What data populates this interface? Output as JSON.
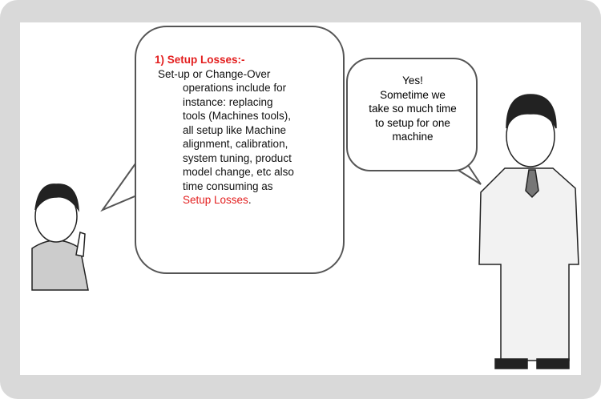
{
  "left_bubble": {
    "title": "1) Setup Losses:-",
    "first_line": "Set-up or Change-Over",
    "lines": [
      "operations include for",
      "instance: replacing",
      "tools (Machines tools),",
      "all setup like Machine",
      "alignment, calibration,",
      "system tuning, product",
      "model change, etc also",
      "time consuming as"
    ],
    "highlight": "Setup Losses",
    "end": "."
  },
  "right_bubble": {
    "lines": [
      "Yes!",
      "Sometime we",
      "take so much time",
      "to setup for one",
      "machine"
    ]
  }
}
